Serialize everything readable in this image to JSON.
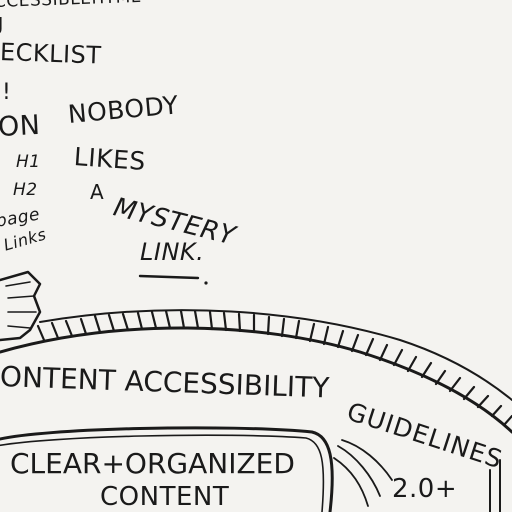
{
  "sketch": {
    "top_fragment": "CCESSIBLEHTML",
    "checklist_fragment_j": "J",
    "checklist_fragment": "ECKLIST",
    "exclaim": "!",
    "on_fragment": "ON",
    "h1": "H1",
    "h2": "H2",
    "page_fragment": "page",
    "links": "Links",
    "note": {
      "line1": "NOBODY",
      "line2": "LIKES",
      "line3": "A",
      "line4": "MYSTERY",
      "line5": "LINK."
    },
    "guidelines": {
      "part1": "ONTENT ACCESSIBILITY",
      "part2": "GUIDELINES",
      "version": "2.0+"
    },
    "box": {
      "line1": "CLEAR+ORGANIZED",
      "line2": "CONTENT"
    }
  }
}
